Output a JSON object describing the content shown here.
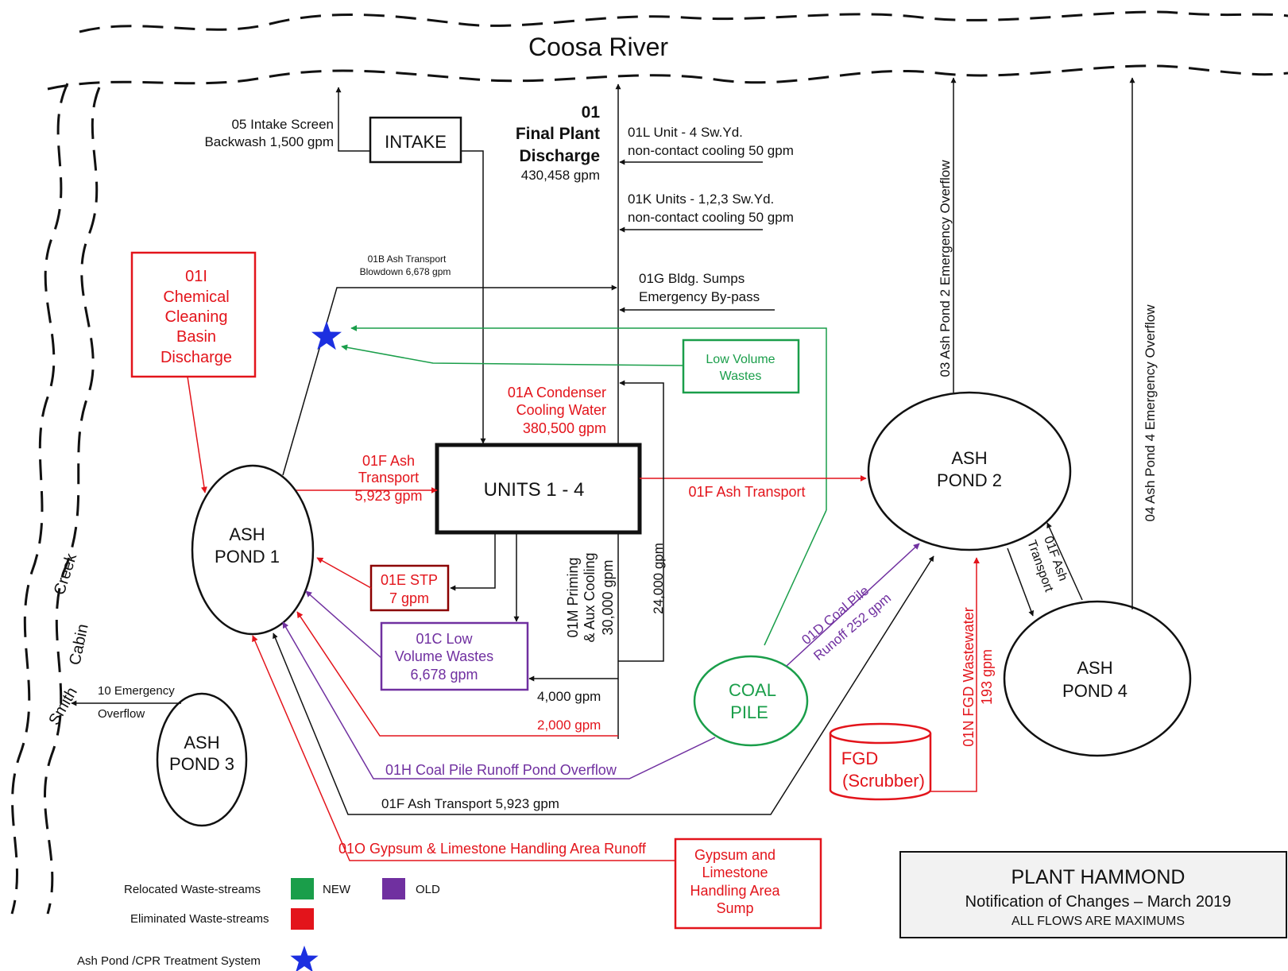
{
  "colors": {
    "red": "#e3141b",
    "green": "#1a9e4a",
    "purple": "#7030a0",
    "black": "#111111",
    "blue_star": "#1c2fe0",
    "title_box_fill": "#f2f2f2"
  },
  "river": {
    "name": "Coosa River"
  },
  "creek": {
    "word1": "Creek",
    "word2": "Cabin",
    "word3": "Smith"
  },
  "intake": {
    "label": "INTAKE",
    "screen_line1": "05 Intake Screen",
    "screen_line2": "Backwash 1,500 gpm"
  },
  "final_discharge": {
    "line1": "01",
    "line2": "Final Plant",
    "line3": "Discharge",
    "flow": "430,458 gpm"
  },
  "outfall_01l": {
    "line1": "01L    Unit - 4 Sw.Yd.",
    "line2": "non-contact cooling 50 gpm"
  },
  "outfall_01k": {
    "line1": "01K   Units - 1,2,3 Sw.Yd.",
    "line2": "non-contact cooling 50 gpm"
  },
  "outfall_01g": {
    "line1": "01G Bldg. Sumps",
    "line2": "Emergency By-pass"
  },
  "outfall_01b": {
    "line1": "01B   Ash Transport",
    "line2": "Blowdown  6,678 gpm"
  },
  "chemical_basin": {
    "line1": "01I",
    "line2": "Chemical",
    "line3": "Cleaning",
    "line4": "Basin",
    "line5": "Discharge"
  },
  "low_volume_new": {
    "line1": "Low Volume",
    "line2": "Wastes"
  },
  "condenser": {
    "line1": "01A Condenser",
    "line2": "Cooling Water",
    "line3": "380,500 gpm"
  },
  "ash_transport_left": {
    "line1": "01F Ash",
    "line2": "Transport",
    "line3": "5,923 gpm"
  },
  "units": {
    "label": "UNITS 1 - 4"
  },
  "ash_transport_right": {
    "label": "01F Ash Transport"
  },
  "ash_pond_1": {
    "line1": "ASH",
    "line2": "POND 1"
  },
  "ash_pond_2": {
    "line1": "ASH",
    "line2": "POND 2"
  },
  "ash_pond_3": {
    "line1": "ASH",
    "line2": "POND 3"
  },
  "ash_pond_4": {
    "line1": "ASH",
    "line2": "POND 4"
  },
  "stp": {
    "line1": "01E STP",
    "line2": "7 gpm"
  },
  "low_volume_old": {
    "line1": "01C Low",
    "line2": "Volume Wastes",
    "line3": "6,678 gpm"
  },
  "priming": {
    "line1": "01M Priming",
    "line2": "& Aux Cooling",
    "line3": "30,000 gpm"
  },
  "flow_24000": {
    "label": "24,000 gpm"
  },
  "flow_4000": {
    "label": "4,000 gpm"
  },
  "flow_2000": {
    "label": "2,000 gpm"
  },
  "coal_pile": {
    "line1": "COAL",
    "line2": "PILE"
  },
  "coal_runoff": {
    "line1": "01D    Coal Pile",
    "line2": "Runoff  252 gpm"
  },
  "pond2_overflow": {
    "label": "03 Ash Pond 2 Emergency Overflow"
  },
  "pond4_overflow": {
    "label": "04 Ash Pond 4 Emergency Overflow"
  },
  "pond4_transport": {
    "line1": "01F Ash",
    "line2": "Transport"
  },
  "fgd": {
    "line1": "FGD",
    "line2": "(Scrubber)"
  },
  "fgd_wastewater": {
    "line1": "01N    FGD Wastewater",
    "line2": "193   gpm"
  },
  "emergency_10": {
    "line1": "10 Emergency",
    "line2": "Overflow"
  },
  "coal_pond_overflow": {
    "label": "01H Coal Pile Runoff Pond Overflow"
  },
  "ash_transport_bottom": {
    "label": "01F Ash Transport  5,923 gpm"
  },
  "gypsum_runoff": {
    "label": "01O Gypsum & Limestone Handling Area Runoff"
  },
  "gypsum_sump": {
    "line1": "Gypsum and",
    "line2": "Limestone",
    "line3": "Handling Area",
    "line4": "Sump"
  },
  "legend": {
    "relocated": "Relocated Waste-streams",
    "new": "NEW",
    "old": "OLD",
    "eliminated": "Eliminated Waste-streams",
    "treatment": "Ash Pond /CPR Treatment System"
  },
  "title_box": {
    "title": "PLANT HAMMOND",
    "subtitle": "Notification of Changes – March 2019",
    "note": "ALL FLOWS ARE MAXIMUMS"
  }
}
